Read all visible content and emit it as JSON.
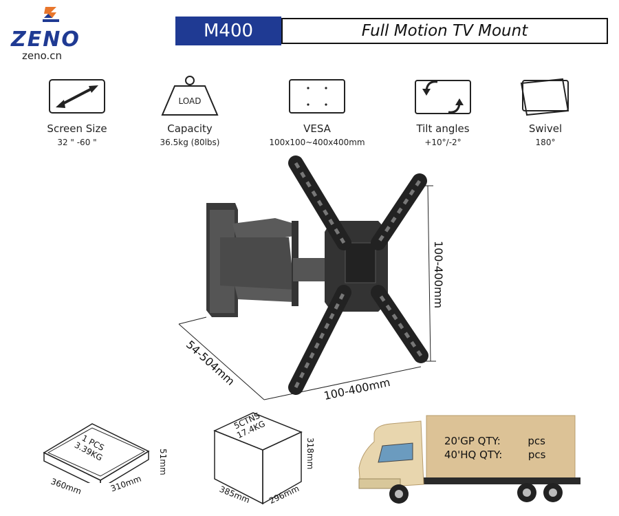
{
  "brand": {
    "name": "ZENO",
    "url": "zeno.cn"
  },
  "header": {
    "model": "M400",
    "title": "Full Motion TV Mount"
  },
  "specs": [
    {
      "icon": "diagonal-arrow-icon",
      "label": "Screen Size",
      "value": "32 \" -60 \""
    },
    {
      "icon": "load-weight-icon",
      "icon_text": "LOAD",
      "label": "Capacity",
      "value": "36.5kg (80lbs)"
    },
    {
      "icon": "vesa-holes-icon",
      "label": "VESA",
      "value": "100x100~400x400mm"
    },
    {
      "icon": "tilt-arrows-icon",
      "label": "Tilt angles",
      "value": "+10°/-2°"
    },
    {
      "icon": "swivel-screens-icon",
      "label": "Swivel",
      "value": "180°"
    }
  ],
  "dimensions": {
    "height": "100-400mm",
    "width": "100-400mm",
    "depth": "54-504mm"
  },
  "packaging": {
    "single": {
      "line1": "1 PCS",
      "line2": "3.39KG",
      "length": "360mm",
      "width": "310mm",
      "height": "51mm"
    },
    "carton": {
      "line1": "5CTNS",
      "line2": "17.4KG",
      "length": "385mm",
      "width": "296mm",
      "height": "318mm"
    }
  },
  "shipping": {
    "gp_label": "20'GP QTY:",
    "gp_value": "pcs",
    "hq_label": "40'HQ QTY:",
    "hq_value": "pcs"
  },
  "colors": {
    "brand_blue": "#1f3a93",
    "logo_orange": "#e8762c",
    "truck_cargo": "#dcc296"
  }
}
